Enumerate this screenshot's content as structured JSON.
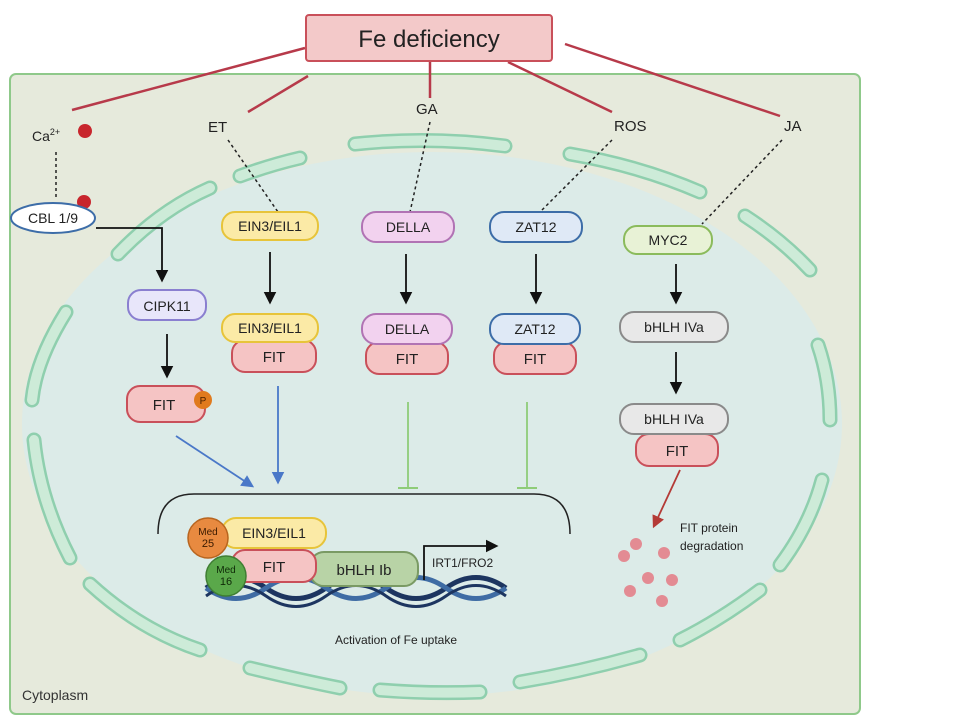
{
  "title": "Fe deficiency",
  "compartment_label": "Cytoplasm",
  "signals": {
    "ca": "Ca",
    "ca_sup": "2+",
    "et": "ET",
    "ga": "GA",
    "ros": "ROS",
    "ja": "JA"
  },
  "nodes": {
    "cbl": "CBL 1/9",
    "cipk11": "CIPK11",
    "fit_p": "FIT",
    "p_badge": "P",
    "ein3_top": "EIN3/EIL1",
    "ein3_mid": "EIN3/EIL1",
    "fit_ein3": "FIT",
    "della_top": "DELLA",
    "della_mid": "DELLA",
    "fit_della": "FIT",
    "zat12_top": "ZAT12",
    "zat12_mid": "ZAT12",
    "fit_zat12": "FIT",
    "myc2": "MYC2",
    "bhlh_top": "bHLH IVa",
    "bhlh_mid": "bHLH IVa",
    "fit_bhlh": "FIT"
  },
  "complex": {
    "med25_line1": "Med",
    "med25_line2": "25",
    "med16_line1": "Med",
    "med16_line2": "16",
    "ein3": "EIN3/EIL1",
    "fit": "FIT",
    "bhlh_ib": "bHLH Ib",
    "target_genes": "IRT1/FRO2"
  },
  "captions": {
    "activation": "Activation of Fe uptake",
    "degradation_line1": "FIT protein",
    "degradation_line2": "degradation"
  },
  "colors": {
    "title_fill": "#f3c9c9",
    "title_stroke": "#c9505a",
    "cell_fill": "#e6eadc",
    "cell_stroke": "#8fc98a",
    "nucleus_fill": "#dcebe8",
    "er_fill": "#cdebd8",
    "er_stroke": "#8fcfae",
    "signal_line": "#b73a4a",
    "ca_dot": "#c8262d",
    "fit_fill": "#f5c4c4",
    "fit_stroke": "#c9505a",
    "ein3_fill": "#fbeaa6",
    "ein3_stroke": "#e7c43a",
    "della_fill": "#f2d2ef",
    "della_stroke": "#b173b4",
    "zat_fill": "#dfe9f6",
    "zat_stroke": "#3d6da8",
    "myc_fill": "#e8f2d6",
    "myc_stroke": "#8bbb5c",
    "bhlh4_fill": "#e8e8e8",
    "bhlh4_stroke": "#8a8a8a",
    "cipk_fill": "#e8e6fa",
    "cipk_stroke": "#8a7fd0",
    "phospho": "#e07a1e",
    "med25": "#e88a40",
    "med16": "#5aa84a",
    "bhlh_ib_fill": "#b8d3a6",
    "bhlh_ib_stroke": "#7a9a64",
    "blue_arrow": "#4a78c8",
    "green_block": "#8fcc78",
    "degradation_arrow": "#b43a36",
    "fragments": "#e38b93",
    "dna_dark": "#1d3560",
    "dna_light": "#3f6ca4"
  }
}
